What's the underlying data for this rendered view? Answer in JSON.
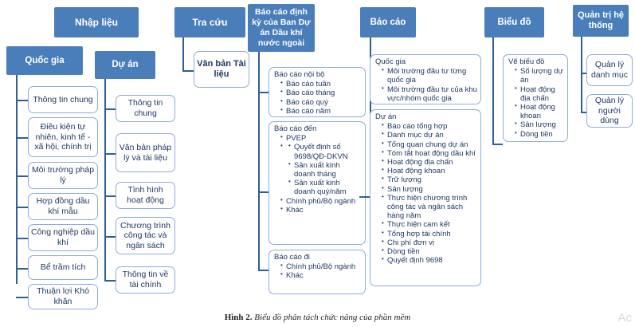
{
  "figure": {
    "caption_label": "Hình 2.",
    "caption_text": " Biểu đồ phân tách chức năng của phần mềm",
    "watermark": "Ac"
  },
  "theme": {
    "header_fill": "#4a7ebb",
    "header_text": "#ffffff",
    "box_border": "#8faadc",
    "box_text": "#1f3864",
    "connector": "#2e5f96",
    "background": "#ffffff"
  },
  "columns": [
    {
      "id": "nhap-lieu",
      "header": "Nhập liệu",
      "groups": [
        {
          "id": "quoc-gia",
          "header": "Quốc gia",
          "items": [
            "Thông tin chung",
            "Điều kiện tự nhiên, kinh tế - xã hội, chính trị",
            "Môi trường pháp lý",
            "Hợp đồng dầu khí mẫu",
            "Công nghiệp dầu khí",
            "Bể trầm tích",
            "Thuận lợi Khó khăn"
          ]
        },
        {
          "id": "du-an",
          "header": "Dự án",
          "items": [
            "Thông tin chung",
            "Văn bản pháp lý và tài liệu",
            "Tình hình hoạt động",
            "Chương trình công tác và ngân sách",
            "Thông tin về tài chính"
          ]
        }
      ]
    },
    {
      "id": "tra-cuu",
      "header": "Tra cứu",
      "items": [
        "Văn bản Tài liệu"
      ]
    },
    {
      "id": "bao-cao-dinh-ky",
      "header": "Báo cáo định kỳ của Ban Dự án Dầu khí nước ngoài",
      "lists": [
        {
          "id": "bao-cao-noi-bo",
          "title": "Báo cáo nội bộ",
          "items": [
            {
              "text": "Báo cáo tuần"
            },
            {
              "text": "Báo cáo tháng"
            },
            {
              "text": "Báo cáo quý"
            },
            {
              "text": "Báo cáo năm"
            }
          ]
        },
        {
          "id": "bao-cao-den",
          "title": "Báo cáo đến",
          "items": [
            {
              "text": "PVEP",
              "children": [
                "Quyết định số 9698/QĐ-DKVN",
                "Sản xuất kinh doanh tháng",
                "Sản xuất kinh doanh quý/năm"
              ]
            },
            {
              "text": "Chính phủ/Bộ ngành"
            },
            {
              "text": "Khác"
            }
          ]
        },
        {
          "id": "bao-cao-di",
          "title": "Báo cáo đi",
          "items": [
            {
              "text": "Chính phủ/Bộ ngành"
            },
            {
              "text": "Khác"
            }
          ]
        }
      ]
    },
    {
      "id": "bao-cao",
      "header": "Báo cáo",
      "lists": [
        {
          "id": "bao-cao-quoc-gia",
          "title": "Quốc gia",
          "items": [
            {
              "text": "Môi trường đầu tư từng quốc gia"
            },
            {
              "text": "Môi trường đầu tư của khu vực/nhóm quốc gia"
            }
          ]
        },
        {
          "id": "bao-cao-du-an",
          "title": "Dự án",
          "items": [
            {
              "text": "Báo cáo tổng hợp"
            },
            {
              "text": "Danh mục dự án"
            },
            {
              "text": "Tổng quan chung dự án"
            },
            {
              "text": "Tóm tắt hoạt động dầu khí"
            },
            {
              "text": "Hoạt động địa chấn"
            },
            {
              "text": "Hoạt động khoan"
            },
            {
              "text": "Trữ lượng"
            },
            {
              "text": "Sản lượng"
            },
            {
              "text": "Thực hiện chương trình công tác và ngân sách hàng năm"
            },
            {
              "text": "Thực hiện cam kết"
            },
            {
              "text": "Tổng hợp tài chính"
            },
            {
              "text": "Chi phí đơn vị"
            },
            {
              "text": "Dòng tiền"
            },
            {
              "text": "Quyết định 9698"
            }
          ]
        }
      ]
    },
    {
      "id": "bieu-do",
      "header": "Biểu đồ",
      "lists": [
        {
          "id": "ve-bieu-do",
          "title": "Vẽ biểu đồ",
          "items": [
            {
              "text": "Số lượng dự án"
            },
            {
              "text": "Hoạt động địa chấn"
            },
            {
              "text": "Hoạt động khoan"
            },
            {
              "text": "Sản lượng"
            },
            {
              "text": "Dòng tiền"
            }
          ]
        }
      ]
    },
    {
      "id": "quan-tri-he-thong",
      "header": "Quản trị hệ thống",
      "items": [
        "Quản lý danh mục",
        "Quản lý người dùng"
      ]
    }
  ]
}
